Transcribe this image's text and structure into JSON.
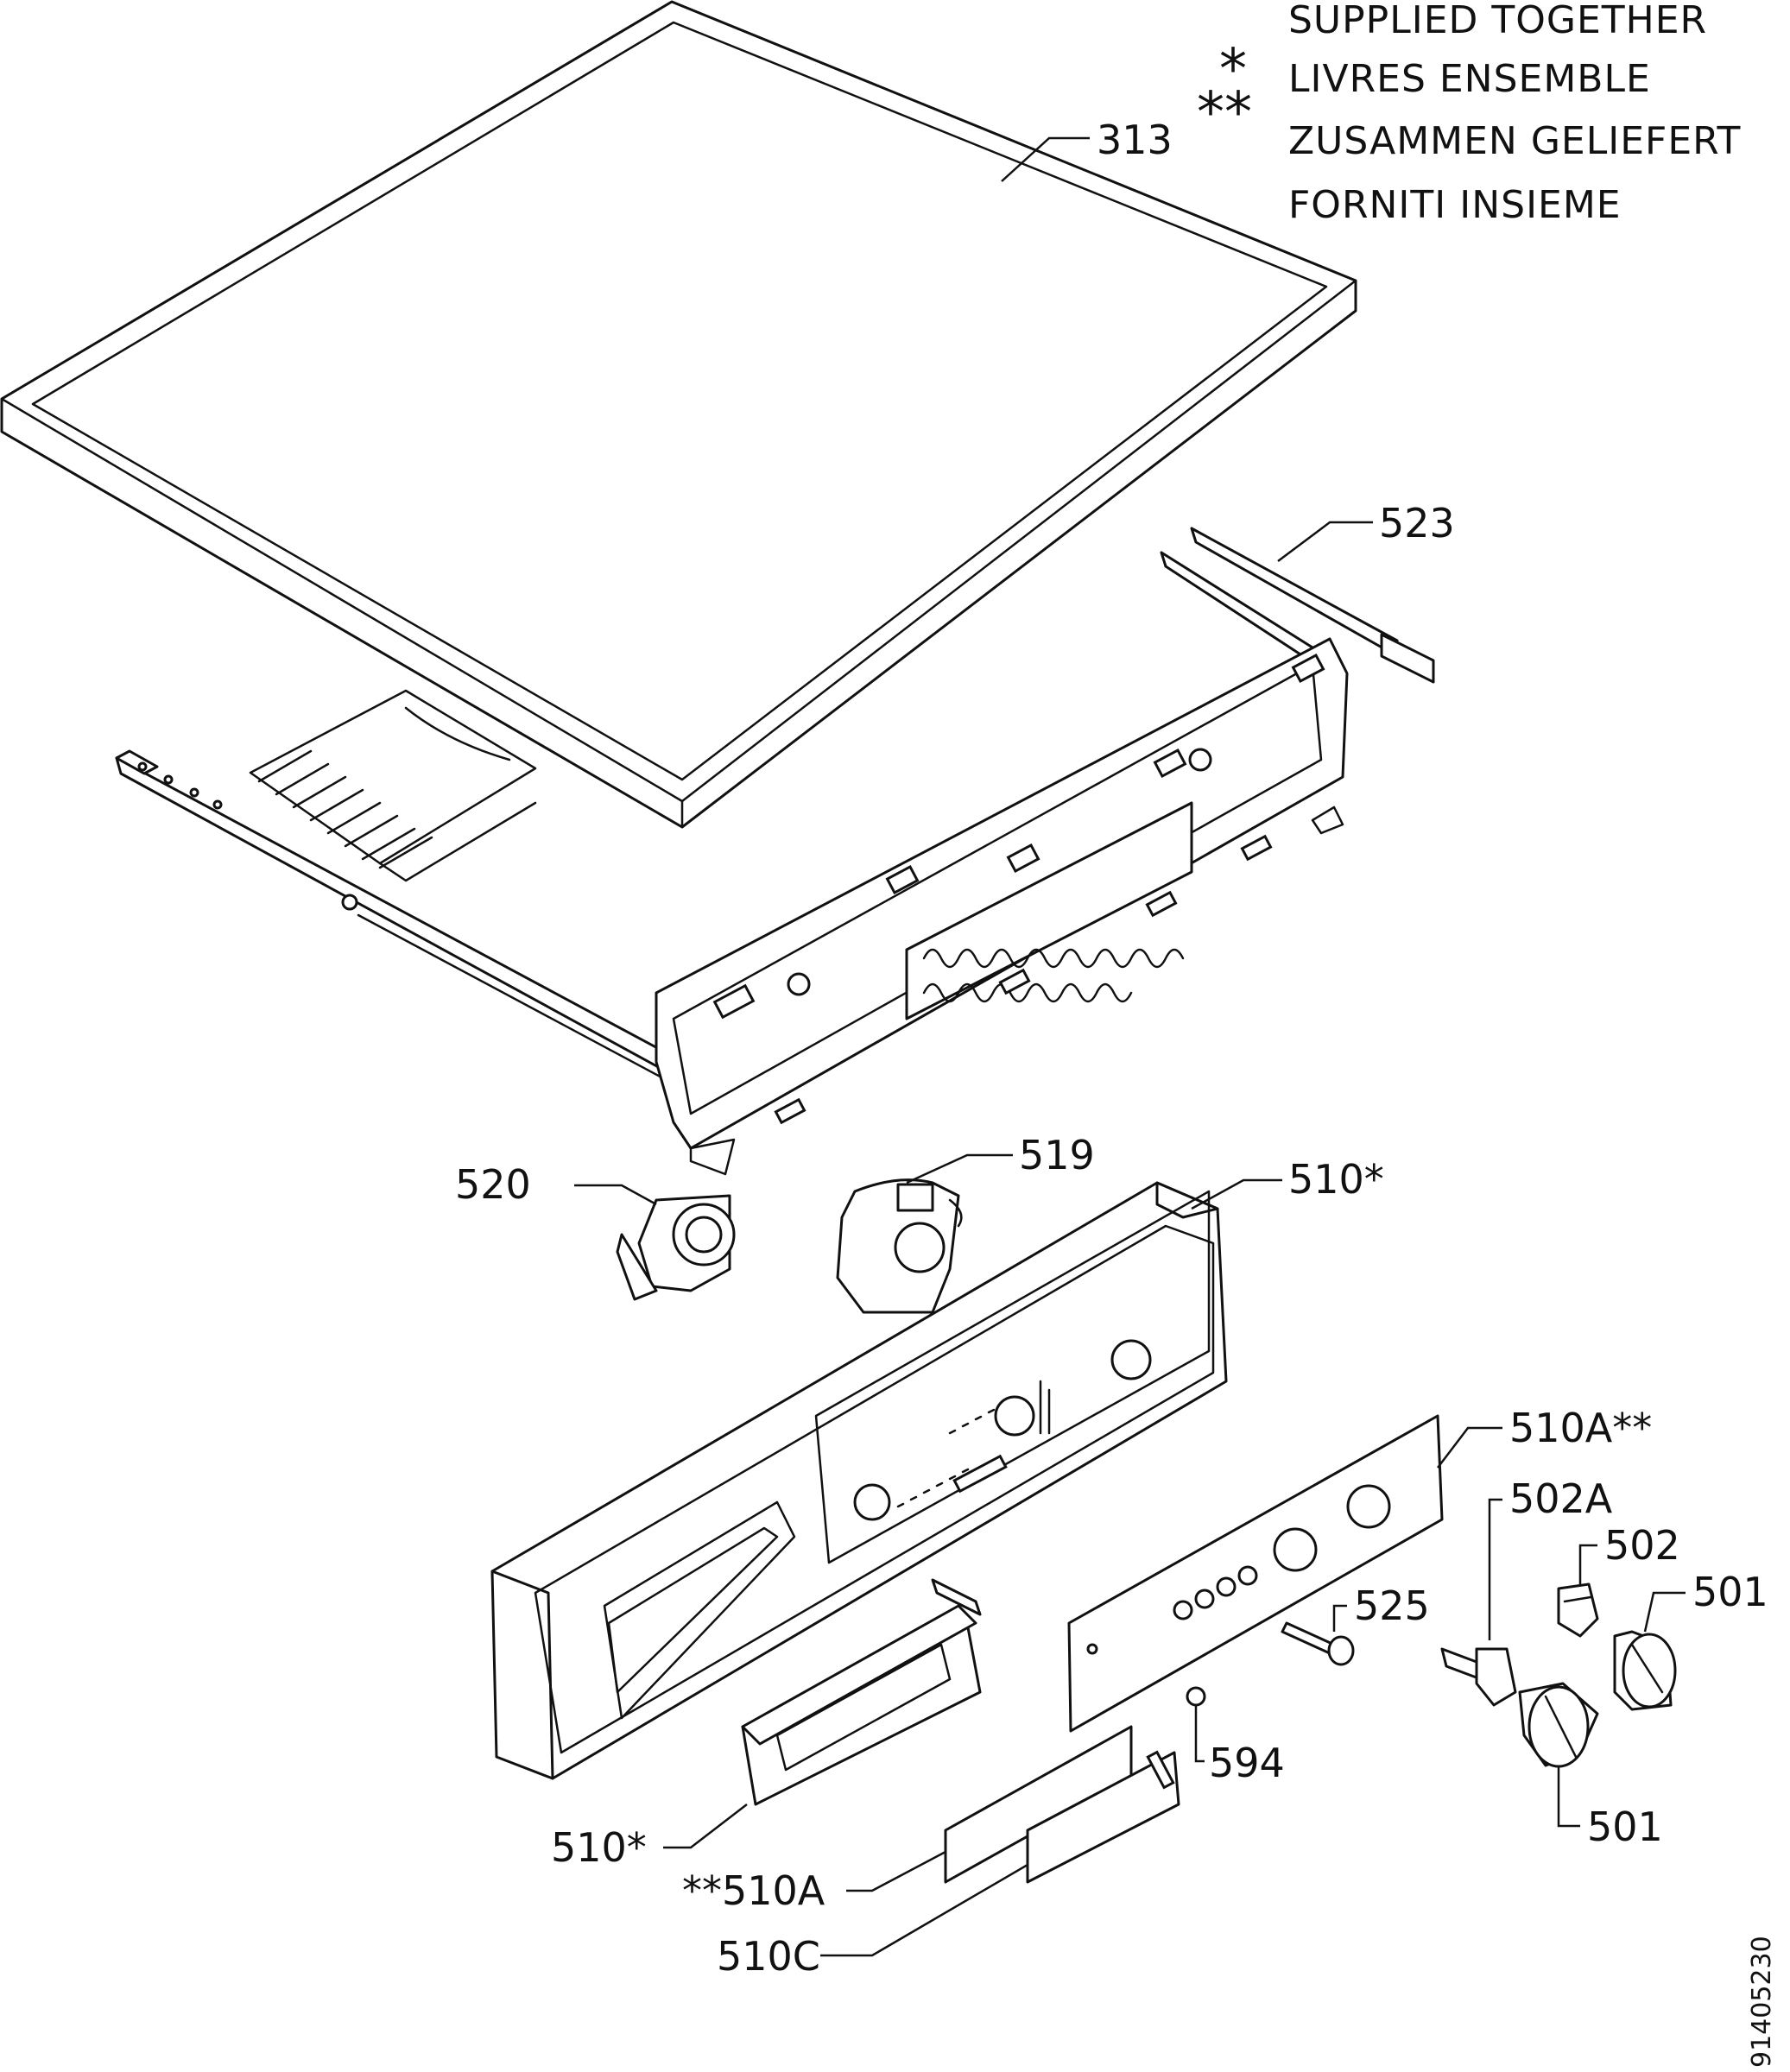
{
  "legend": {
    "line1": "SUPPLIED TOGETHER",
    "line2": "LIVRES ENSEMBLE",
    "line3": "ZUSAMMEN GELIEFERT",
    "line4": "FORNITI INSIEME",
    "single_star": "*",
    "double_star": "**"
  },
  "labels": {
    "l313": "313",
    "l523": "523",
    "l520": "520",
    "l519": "519",
    "l510_panel": "510*",
    "l510a_panel": "510A**",
    "l502a": "502A",
    "l502": "502",
    "l501_top": "501",
    "l525": "525",
    "l594": "594",
    "l501_bottom": "501",
    "l510_drawer": "510*",
    "l510a_strip": "**510A",
    "l510c": "510C"
  },
  "document_id": "91405230"
}
